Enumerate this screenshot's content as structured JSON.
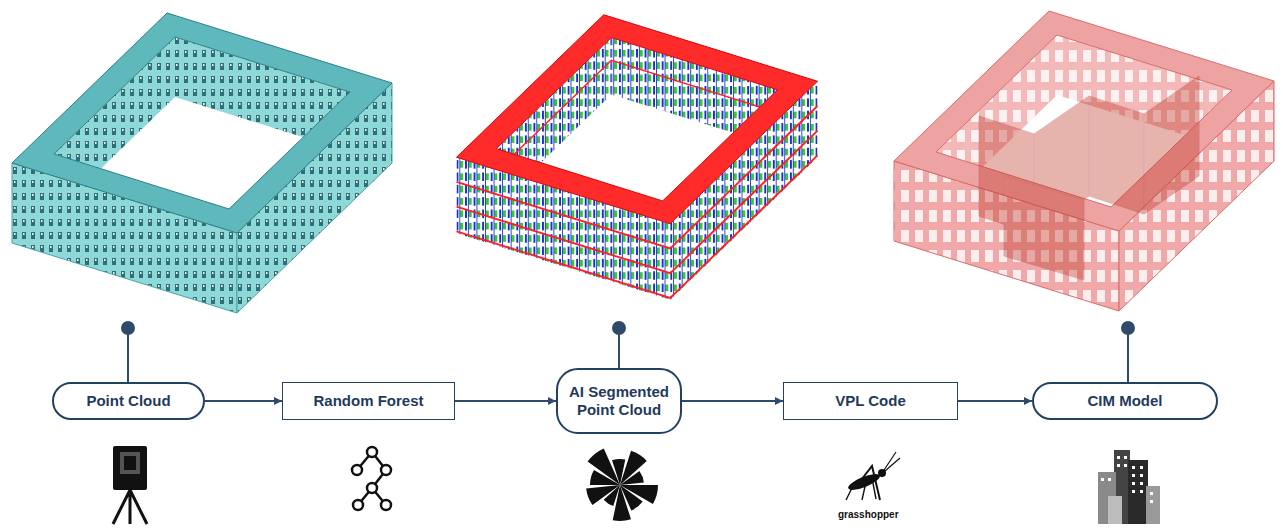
{
  "diagram": {
    "nodes": [
      {
        "text": [
          "Point Cloud"
        ]
      },
      {
        "text": [
          "Random Forest"
        ]
      },
      {
        "text": [
          "AI Segmented Point Cloud"
        ]
      },
      {
        "text": [
          "VPL Code"
        ]
      },
      {
        "text": [
          "CIM Model"
        ]
      }
    ],
    "edges": [
      {
        "from": 0,
        "to": 1,
        "arrow": "to"
      },
      {
        "from": 1,
        "to": 2,
        "arrow": "to"
      },
      {
        "from": 2,
        "to": 3,
        "arrow": "to"
      },
      {
        "from": 3,
        "to": 4,
        "arrow": "to"
      }
    ],
    "labels": [
      "grasshopper"
    ]
  }
}
